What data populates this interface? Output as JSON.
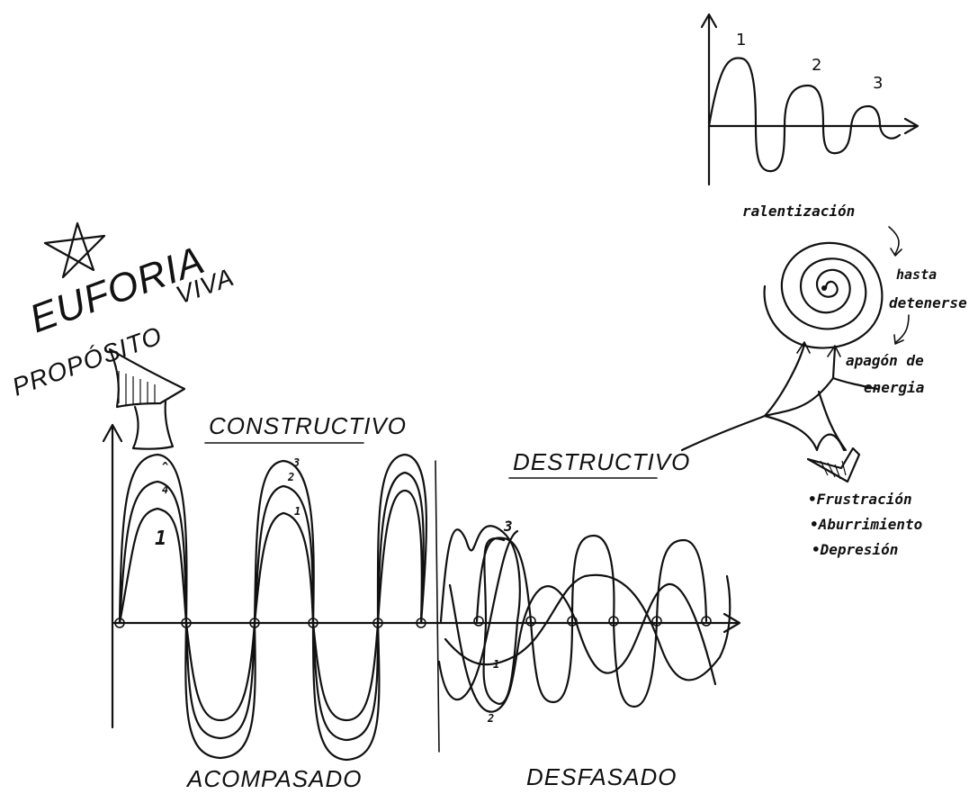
{
  "labels": {
    "euforia": "EUFORIA",
    "proposito": "PROPÓSITO",
    "viva": "VIVA",
    "constructivo": "CONSTRUCTIVO",
    "destructivo": "DESTRUCTIVO",
    "acompasado": "ACOMPASADO",
    "desfasado": "DESFASADO",
    "ralentizacion": "ralentización",
    "hasta": "hasta",
    "detenerse": "detenerse",
    "apagon": "apagón de",
    "energia": "energia",
    "frustracion": "•Frustración",
    "aburrimiento": "•Aburrimiento",
    "depresion": "•Depresión"
  },
  "wave_numbers": {
    "left_1": "1",
    "left_4": "4",
    "left_arrow_top": "^",
    "mid_3": "3",
    "mid_2": "2",
    "mid_1": "1",
    "right_3": "3",
    "right_1": "1",
    "right_2": "2"
  },
  "inset_chart": {
    "peak_labels": [
      "1",
      "2",
      "3"
    ]
  }
}
